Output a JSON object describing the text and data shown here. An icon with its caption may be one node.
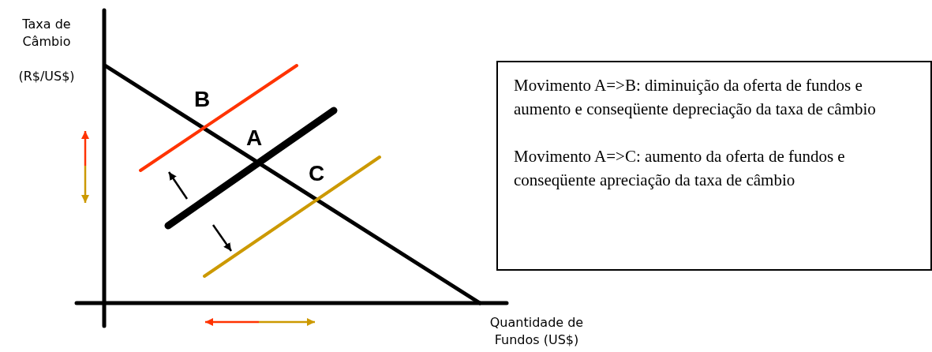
{
  "diagram": {
    "nodes": [
      {
        "text": [
          "Movimento A=>B: diminuição da oferta de fundos e aumento e conseqüente depreciação da taxa de câmbio",
          "Movimento A=>C: aumento da oferta de fundos e conseqüente apreciação da taxa de câmbio"
        ]
      }
    ],
    "edges": [],
    "labels": [
      "Taxa de Câmbio",
      "(R$/US$)",
      "B",
      "A",
      "C",
      "Quantidade de Fundos (US$)"
    ]
  }
}
